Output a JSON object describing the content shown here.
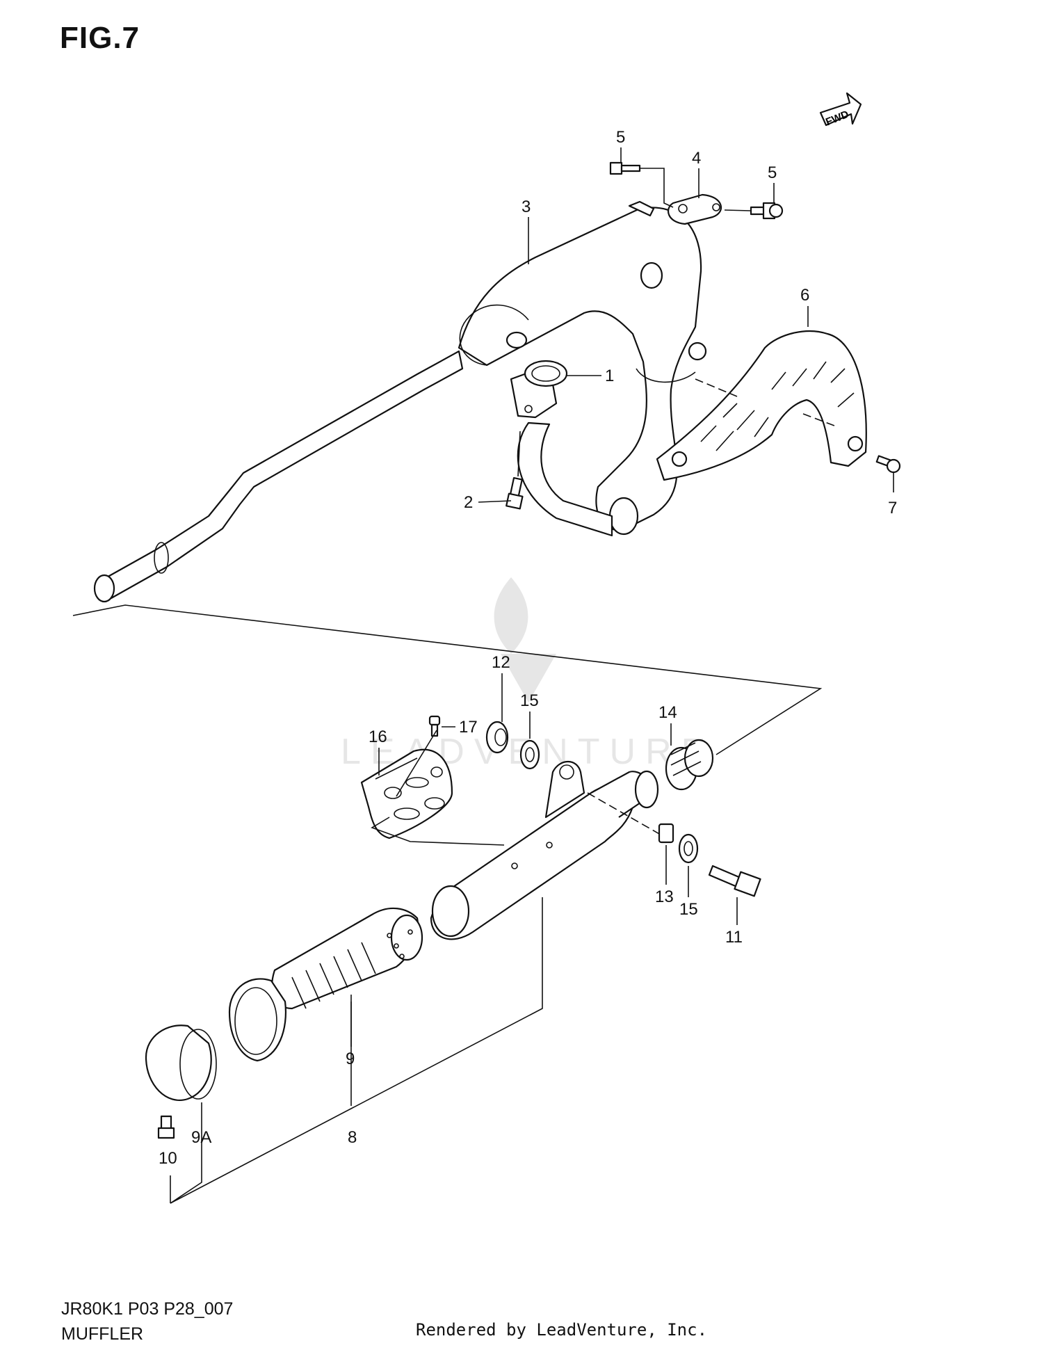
{
  "figure": {
    "title": "FIG.7",
    "model_code": "JR80K1 P03 P28_007",
    "section_name": "MUFFLER",
    "render_credit": "Rendered by LeadVenture, Inc."
  },
  "watermark": {
    "text": "LEADVENTURE",
    "icon": "flame-logo-icon"
  },
  "direction_arrow": {
    "label": "FWD",
    "icon": "forward-arrow-icon"
  },
  "callouts": {
    "c1": "1",
    "c2": "2",
    "c3": "3",
    "c4": "4",
    "c5a": "5",
    "c5b": "5",
    "c6": "6",
    "c7": "7",
    "c8": "8",
    "c9": "9",
    "c9a": "9A",
    "c10": "10",
    "c11": "11",
    "c12": "12",
    "c13": "13",
    "c14": "14",
    "c15a": "15",
    "c15b": "15",
    "c16": "16",
    "c17": "17"
  }
}
